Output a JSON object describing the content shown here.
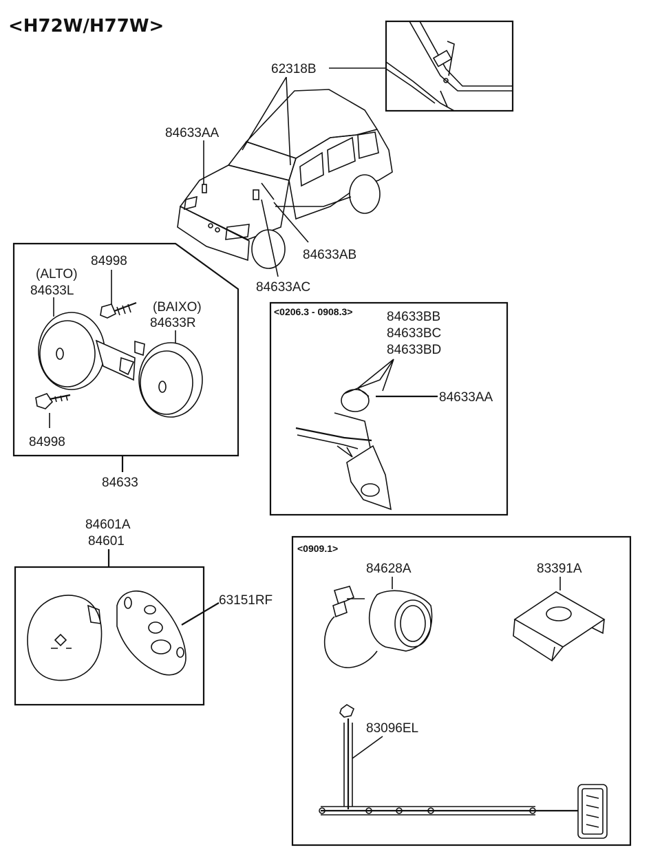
{
  "title": "<H72W/H77W>",
  "labels": {
    "part_62318B": "62318B",
    "part_84633AA_top": "84633AA",
    "part_84633AB": "84633AB",
    "part_84633AC": "84633AC",
    "horn_alto": "(ALTO)",
    "horn_84633L": "84633L",
    "bolt_84998_top": "84998",
    "horn_baixo": "(BAIXO)",
    "horn_84633R": "84633R",
    "bolt_84998_bottom": "84998",
    "horn_kit_84633": "84633",
    "period_1": "<0206.3 - 0908.3>",
    "part_84633BB": "84633BB",
    "part_84633BC": "84633BC",
    "part_84633BD": "84633BD",
    "part_84633AA_inset": "84633AA",
    "remote_84601A": "84601A",
    "remote_84601": "84601",
    "part_63151RF": "63151RF",
    "period_2": "<0909.1>",
    "part_84628A": "84628A",
    "part_83391A": "83391A",
    "part_83096EL": "83096EL"
  },
  "icons": [
    "vehicle-outline",
    "roof-detail",
    "horn-left",
    "horn-right",
    "bolt",
    "switch-bracket",
    "remote-key-front",
    "remote-key-back",
    "siren",
    "mounting-bracket",
    "harness",
    "tag-label"
  ]
}
